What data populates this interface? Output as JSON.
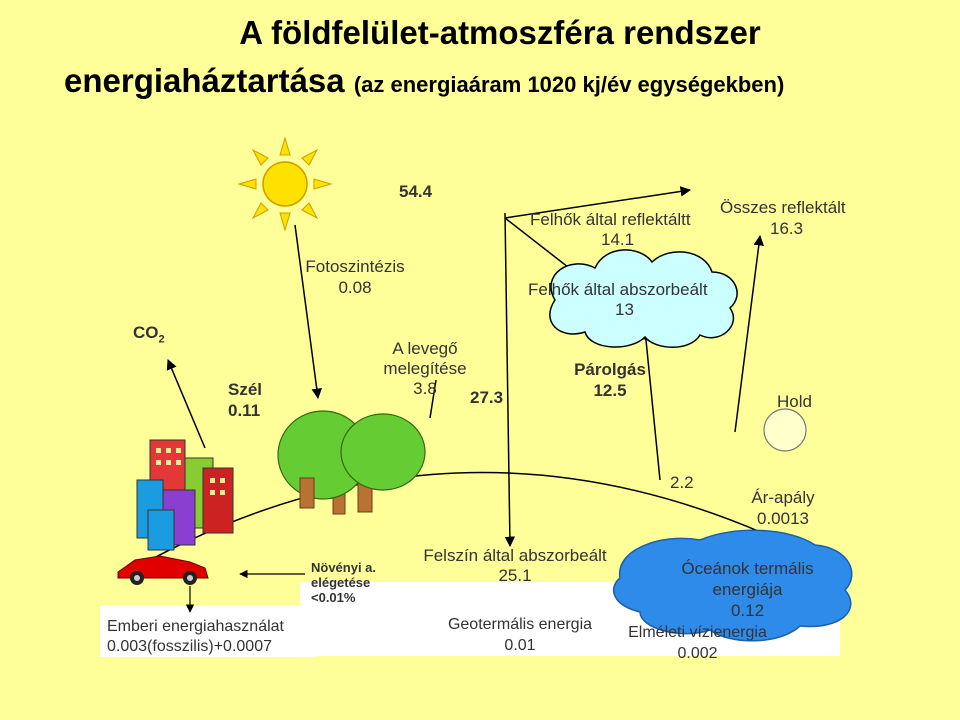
{
  "title": {
    "line1": "A földfelület-atmoszféra rendszer",
    "line2_main": "energiaháztartása",
    "line2_sub": "(az energiaáram 1020  kj/év egységekben)"
  },
  "labels": {
    "solar": "54.4",
    "photosynthesis_label": "Fotoszintézis",
    "photosynthesis_value": "0.08",
    "co2": "CO",
    "co2_sub": "2",
    "wind_label": "Szél",
    "wind_value": "0.11",
    "air_heating_line1": "A levegő",
    "air_heating_line2": "melegítése",
    "air_heating_value": "3.8",
    "value_27": "27.3",
    "cloud_reflected_label": "Felhők által reflektáltt",
    "cloud_reflected_value": "14.1",
    "total_reflected_label": "Összes reflektált",
    "total_reflected_value": "16.3",
    "cloud_absorbed_label": "Felhők által abszorbeált",
    "cloud_absorbed_value": "13",
    "evaporation_label": "Párolgás",
    "evaporation_value": "12.5",
    "moon": "Hold",
    "value_22": "2.2",
    "tide_label": "Ár-apály",
    "tide_value": "0.0013",
    "plant_burn_line1": "Növényi a.",
    "plant_burn_line2": "elégetése",
    "plant_burn_line3": "<0.01%",
    "surface_absorbed_label": "Felszín által abszorbeált",
    "surface_absorbed_value": "25.1",
    "geothermal_label": "Geotermális energia",
    "geothermal_value": "0.01",
    "human_label": "Emberi energiahasználat",
    "human_value": "0.003(fosszilis)+0.0007",
    "ocean_thermal_line1": "Óceánok termális",
    "ocean_thermal_line2": "energiája",
    "ocean_thermal_value": "0.12",
    "hydro_label": "Elméleti vízienergia",
    "hydro_value": "0.002"
  },
  "colors": {
    "background": "#FFFF99",
    "sun": "#FFE100",
    "cloud": "#CCFFFF",
    "ocean_blob": "#2E8BEA",
    "tree": "#66CC33",
    "trunk": "#B87333",
    "moon": "#FFFFCC",
    "car": "#E00000"
  }
}
